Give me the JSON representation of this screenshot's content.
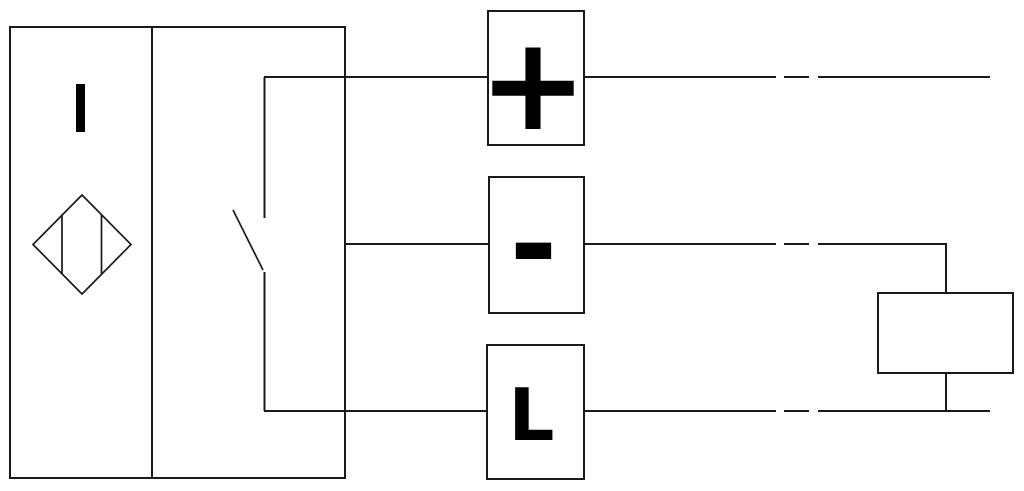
{
  "diagram": {
    "colors": {
      "background": "#ffffff",
      "line": "#1a1a1a",
      "symbol": "#000000"
    },
    "sensor": {
      "indicator_label": "I"
    },
    "terminals": [
      {
        "id": "plus",
        "label": "+"
      },
      {
        "id": "minus",
        "label": "-"
      },
      {
        "id": "load_line",
        "label": "L"
      }
    ]
  }
}
